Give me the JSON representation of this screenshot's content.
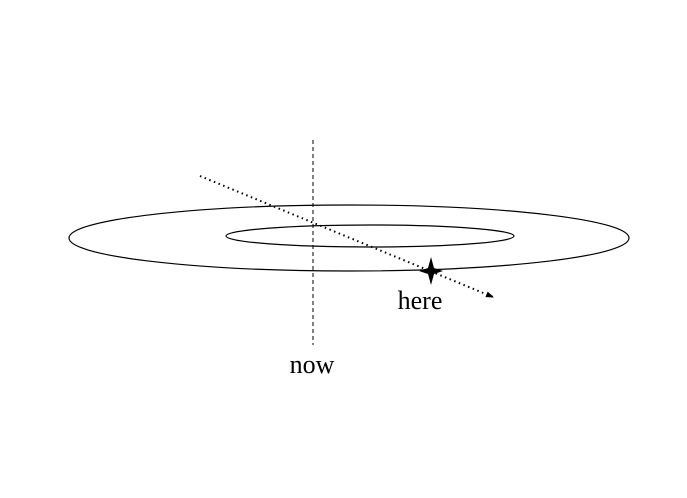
{
  "diagram": {
    "labels": {
      "now": "now",
      "here": "here"
    },
    "colors": {
      "stroke": "#000000",
      "background": "#ffffff"
    },
    "elements": {
      "outer_ring": "outer-ellipse",
      "inner_ring": "inner-ellipse",
      "time_line": "dashed-vertical-line",
      "trajectory": "dotted-arrow",
      "marker": "four-point-star-icon"
    }
  }
}
